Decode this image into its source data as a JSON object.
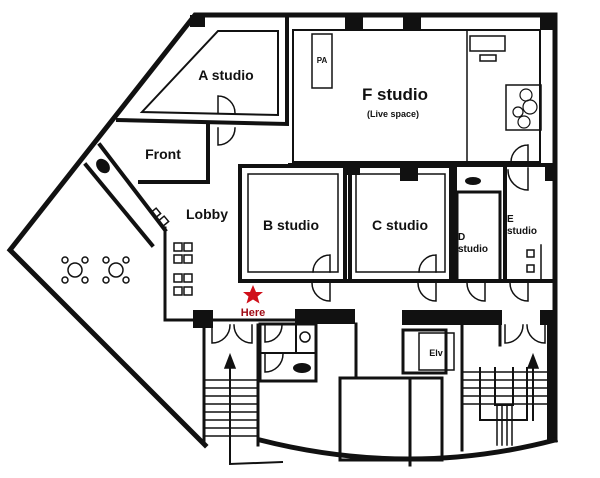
{
  "rooms": {
    "a_studio": "A studio",
    "f_studio": "F studio",
    "f_studio_sub": "(Live space)",
    "pa": "PA",
    "front": "Front",
    "lobby": "Lobby",
    "b_studio": "B studio",
    "c_studio": "C studio",
    "d_studio_1": "D",
    "d_studio_2": "studio",
    "e_studio_1": "E",
    "e_studio_2": "studio",
    "elevator": "Elv"
  },
  "marker": {
    "label": "Here",
    "icon": "star-icon",
    "color": "#d0101a"
  },
  "colors": {
    "wall": "#111111",
    "background": "#ffffff"
  }
}
